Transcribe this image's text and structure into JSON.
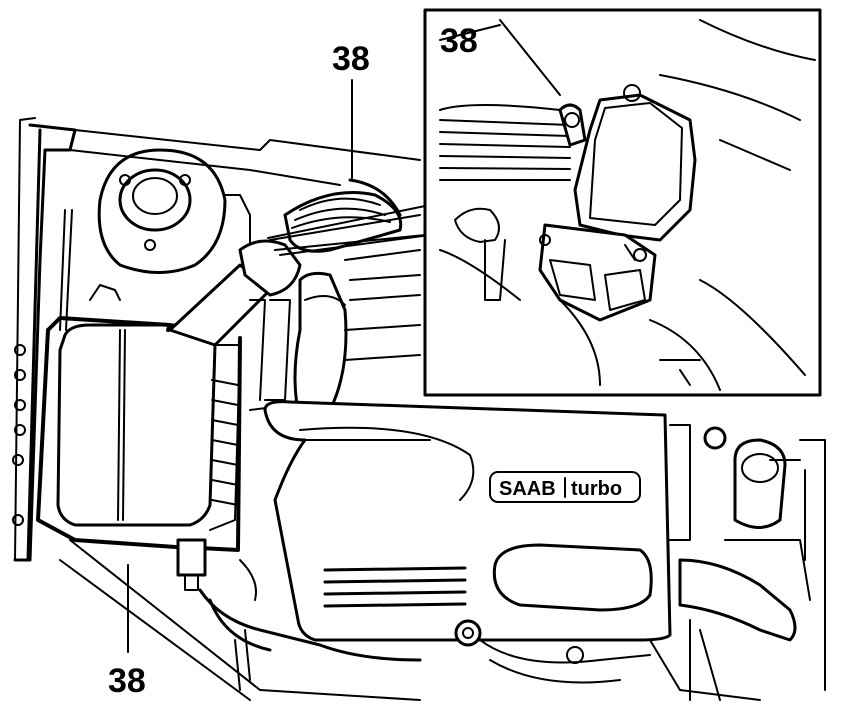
{
  "callouts": {
    "top": "38",
    "inset": "38",
    "bottom": "38"
  },
  "badge": {
    "brand": "SAAB",
    "model": "turbo"
  }
}
